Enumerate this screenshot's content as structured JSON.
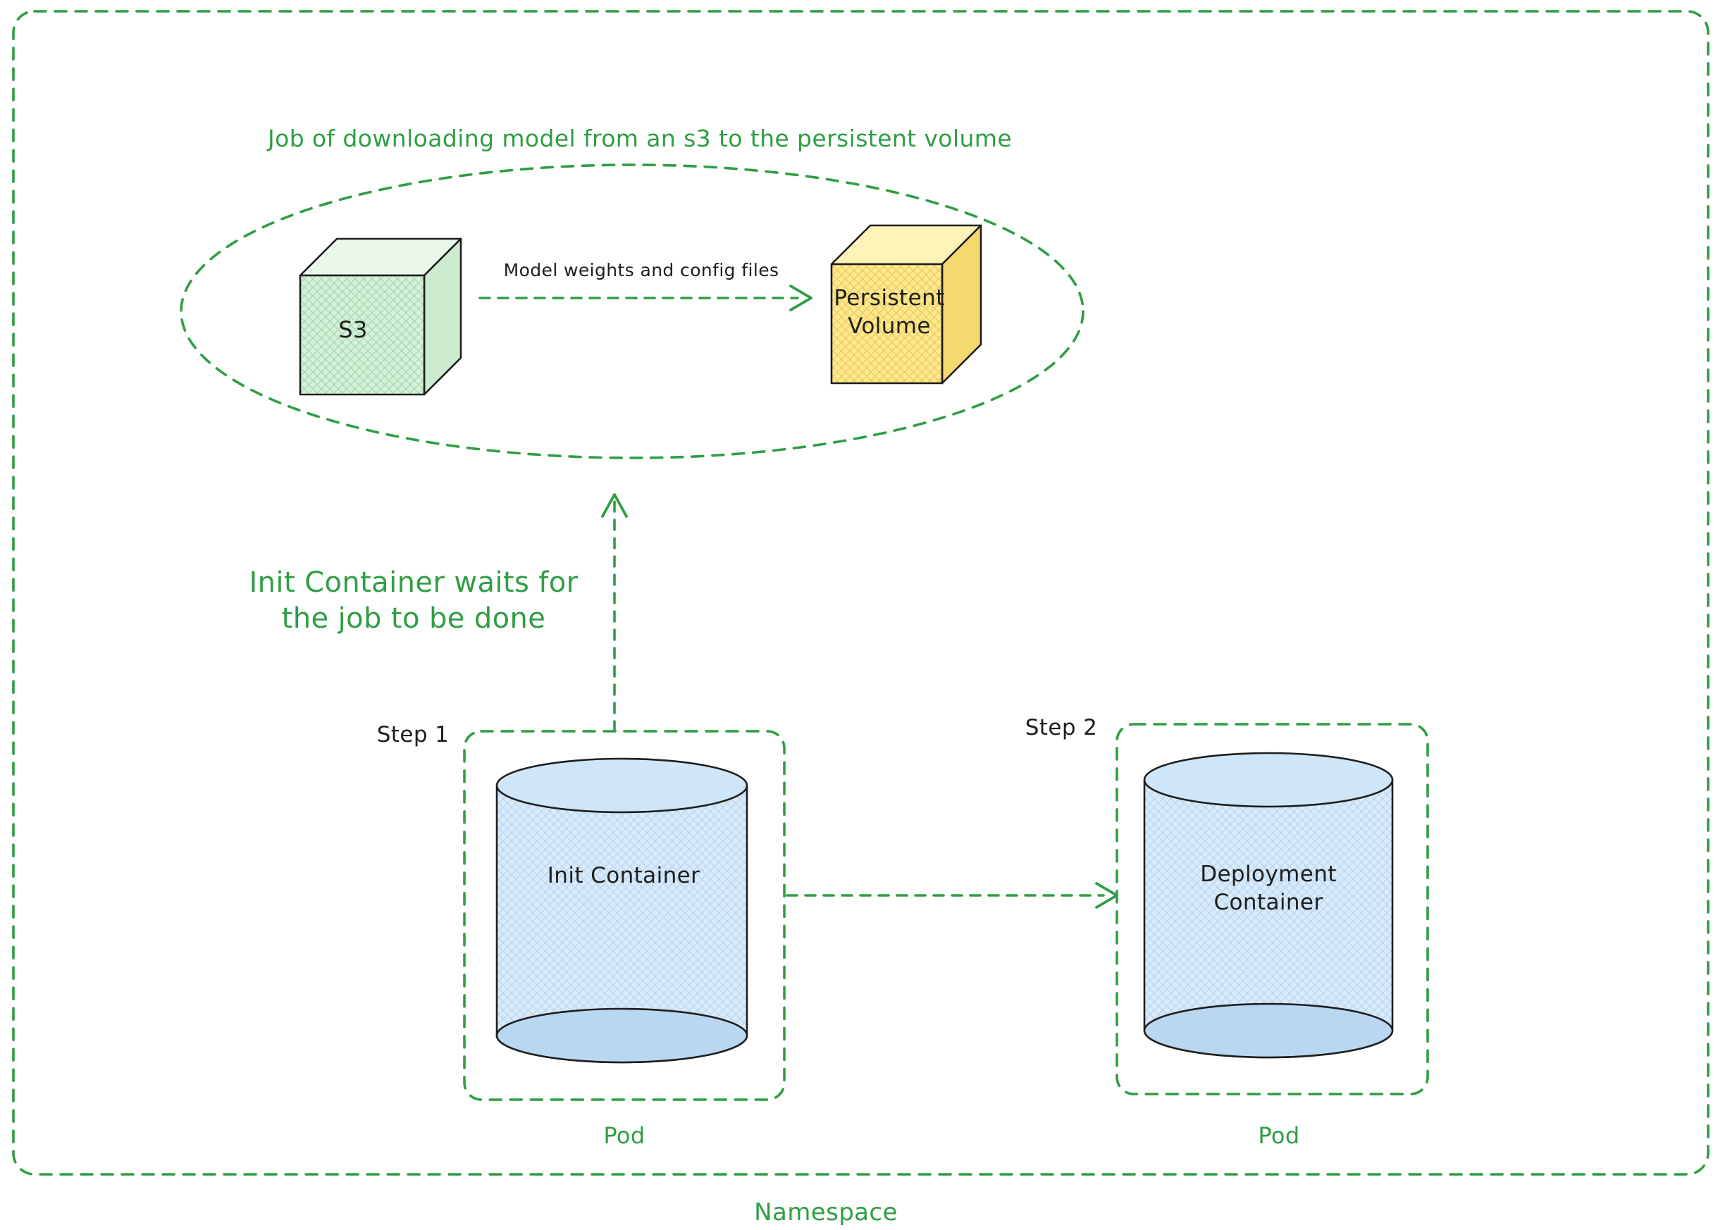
{
  "colors": {
    "green": "#2f9e44",
    "ink": "#1e1e1e",
    "s3_fill": "#d8f1da",
    "pv_fill": "#ffe88f",
    "cylinder_fill": "#d9eafa",
    "background": "#ffffff"
  },
  "namespace": {
    "label": "Namespace"
  },
  "job": {
    "title": "Job of downloading model from an s3 to the persistent volume",
    "s3_label": "S3",
    "transfer_label": "Model weights and config files",
    "persistent_volume_label": "Persistent\nVolume"
  },
  "notes": {
    "init_wait": "Init Container waits for\nthe job to be done"
  },
  "pods": {
    "step1_label": "Step 1",
    "step2_label": "Step 2",
    "pod1": {
      "container_label": "Init Container",
      "pod_label": "Pod"
    },
    "pod2": {
      "container_label": "Deployment\nContainer",
      "pod_label": "Pod"
    }
  }
}
